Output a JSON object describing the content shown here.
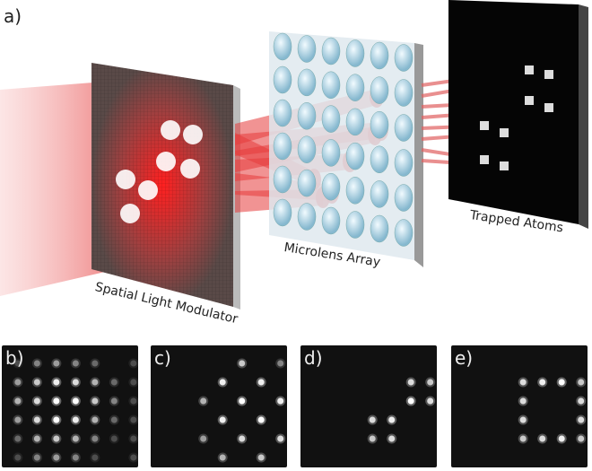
{
  "figure": {
    "panel_a_label": "a)",
    "slm_label": "Spatial Light Modulator",
    "microlens_label": "Microlens Array",
    "atoms_label": "Trapped Atoms",
    "panels": [
      {
        "label": "b)"
      },
      {
        "label": "c)"
      },
      {
        "label": "d)"
      },
      {
        "label": "e)"
      }
    ]
  },
  "colors": {
    "beam": "#e53b3b",
    "lens": "#bfe0ee",
    "panel_bg": "#111111"
  }
}
